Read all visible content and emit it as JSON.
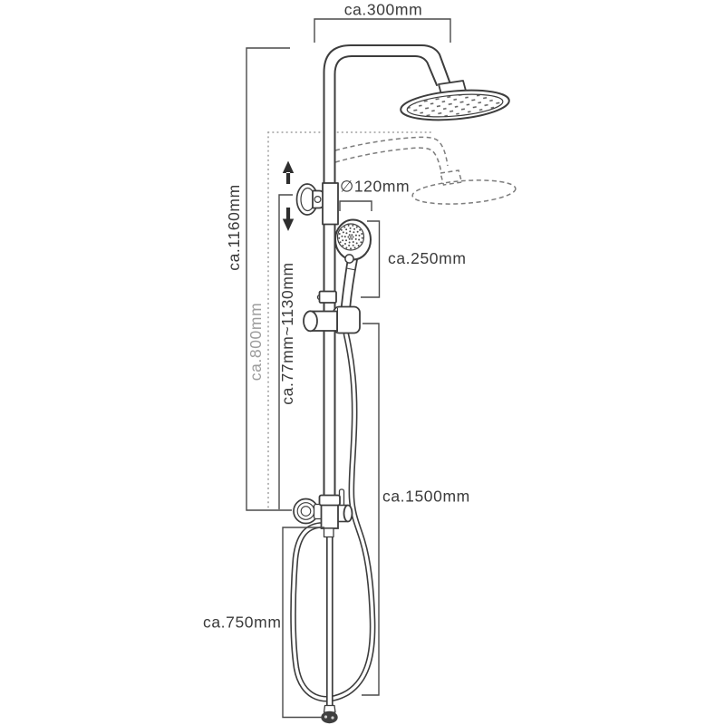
{
  "page": {
    "background": "#ffffff"
  },
  "diagram": {
    "title": "shower-system-technical-drawing",
    "colors": {
      "line": "#3d3d3d",
      "dimension_line": "#4a4a4a",
      "ghost_dashed": "#7d7d7d",
      "dotted_reference": "#a8a8a8",
      "text": "#3b3b3b",
      "gray_text": "#9c9c9c",
      "fitting_dark": "#3f3f3f"
    },
    "labels": {
      "arm_projection": "ca.300mm",
      "total_height": "ca.1160mm",
      "riser_height": "ca.800mm",
      "slider_range": "ca.77mm~1130mm",
      "hand_shower_diameter": "∅120mm",
      "hand_shower_length": "ca.250mm",
      "shower_hose_length": "ca.1500mm",
      "outlet_hose_length": "ca.750mm"
    }
  }
}
